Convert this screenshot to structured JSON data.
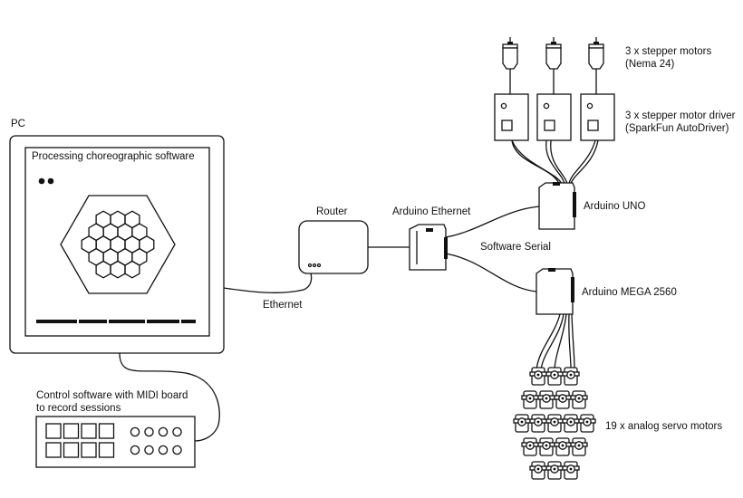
{
  "labels": {
    "pc": "PC",
    "software": "Processing choreographic software",
    "router": "Router",
    "arduino_ethernet": "Arduino Ethernet",
    "ethernet": "Ethernet",
    "software_serial": "Software Serial",
    "arduino_uno": "Arduino UNO",
    "arduino_mega": "Arduino MEGA 2560",
    "steppers_line1": "3 x stepper motors",
    "steppers_line2": "(Nema 24)",
    "drivers_line1": "3 x stepper motor driver",
    "drivers_line2": "(SparkFun AutoDriver)",
    "servos": "19 x analog servo motors",
    "control_line1": "Control software with MIDI board",
    "control_line2": "to record sessions"
  },
  "counts": {
    "stepper_motors": 3,
    "stepper_drivers": 3,
    "servo_motors": 19,
    "hex_cells": 19,
    "midi_pads": 8,
    "midi_knobs": 8
  },
  "colors": {
    "stroke": "#111111",
    "background": "#ffffff"
  }
}
